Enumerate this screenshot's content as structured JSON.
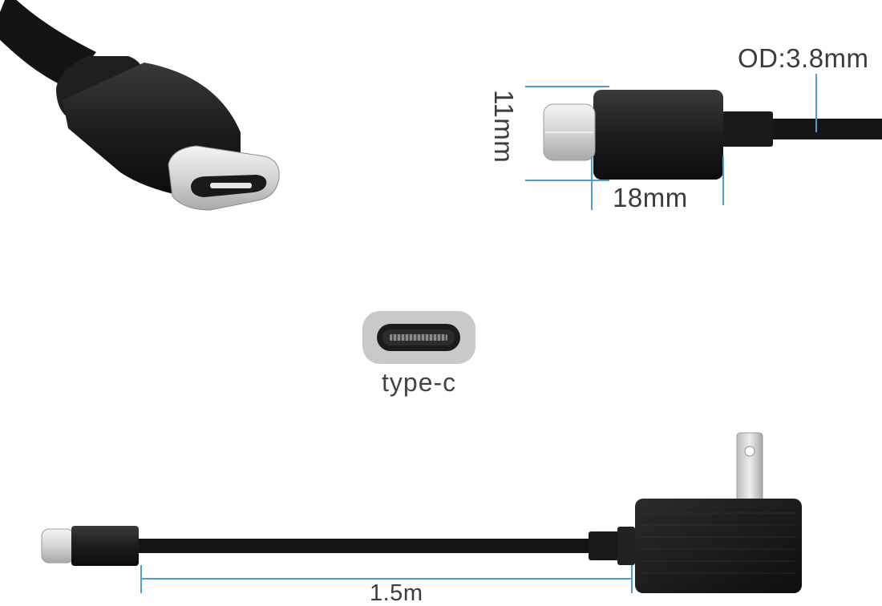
{
  "dimensions": {
    "cable_od": "OD:3.8mm",
    "plug_height": "11mm",
    "plug_length": "18mm",
    "cable_length": "1.5m"
  },
  "port_type": "type-c",
  "colors": {
    "dimension_line": "#4a9fd6",
    "cable": "#151515",
    "connector_metal": "#d9d9d9",
    "port_frame": "#c9c9c9"
  }
}
